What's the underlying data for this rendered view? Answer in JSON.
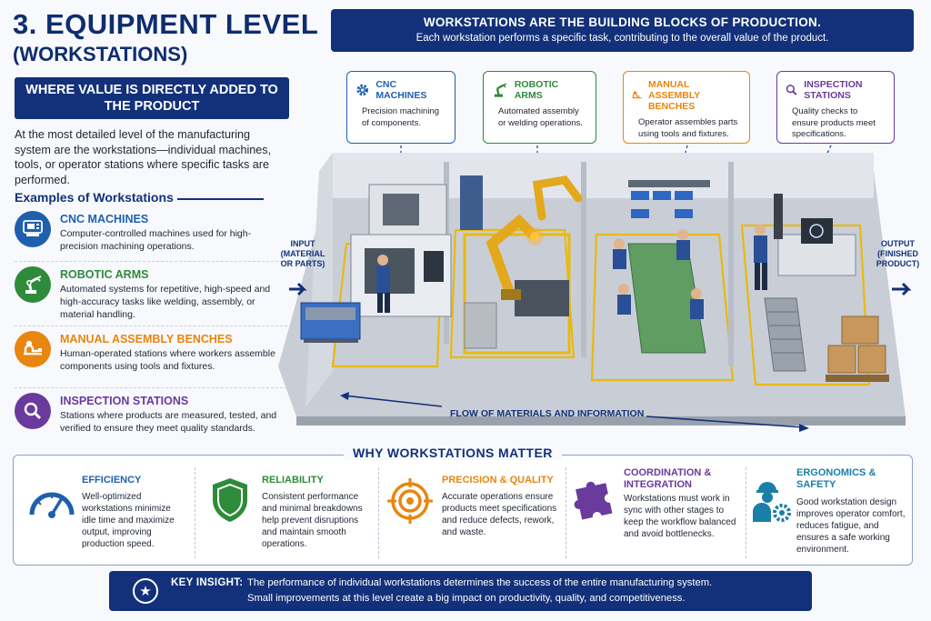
{
  "header": {
    "title_line1": "3. EQUIPMENT LEVEL",
    "title_line2": "(WORKSTATIONS)",
    "subtitle": "WHERE VALUE IS DIRECTLY ADDED TO THE PRODUCT",
    "intro": "At the most detailed level of the manufacturing system are the workstations—individual machines, tools, or operator stations where specific tasks are performed."
  },
  "examples": {
    "heading": "Examples of Workstations",
    "items": [
      {
        "title": "CNC MACHINES",
        "desc": "Computer-controlled machines used for high-precision machining operations.",
        "color": "#1f5fae",
        "icon": "cnc-icon"
      },
      {
        "title": "ROBOTIC ARMS",
        "desc": "Automated systems for repetitive, high-speed and high-accuracy tasks like welding, assembly, or material handling.",
        "color": "#2e8b3a",
        "icon": "robot-arm-icon"
      },
      {
        "title": "MANUAL ASSEMBLY BENCHES",
        "desc": "Human-operated stations where workers assemble components using tools and fixtures.",
        "color": "#e8860f",
        "icon": "worker-bench-icon"
      },
      {
        "title": "INSPECTION STATIONS",
        "desc": "Stations where products are measured, tested, and verified to ensure they meet quality standards.",
        "color": "#6a3a9c",
        "icon": "magnifier-icon"
      }
    ]
  },
  "banner": {
    "line1": "WORKSTATIONS ARE THE BUILDING BLOCKS OF PRODUCTION.",
    "line2": "Each workstation performs a specific task, contributing to the overall value of the product."
  },
  "callouts": [
    {
      "title": "CNC MACHINES",
      "desc": "Precision machining of components.",
      "color": "#1f5fae",
      "icon": "gear-icon"
    },
    {
      "title": "ROBOTIC ARMS",
      "desc": "Automated assembly or welding operations.",
      "color": "#2e8b3a",
      "icon": "robot-arm-icon"
    },
    {
      "title": "MANUAL ASSEMBLY BENCHES",
      "desc": "Operator assembles parts using tools and fixtures.",
      "color": "#e8860f",
      "icon": "worker-bench-icon"
    },
    {
      "title": "INSPECTION STATIONS",
      "desc": "Quality checks to ensure products meet specifications.",
      "color": "#6a3a9c",
      "icon": "magnifier-icon"
    }
  ],
  "scene": {
    "input_label": "INPUT (MATERIAL OR PARTS)",
    "output_label": "OUTPUT (FINISHED PRODUCT)",
    "flow_label": "FLOW OF MATERIALS AND INFORMATION"
  },
  "why": {
    "heading": "WHY WORKSTATIONS MATTER",
    "items": [
      {
        "title": "EFFICIENCY",
        "desc": "Well-optimized workstations minimize idle time and maximize output, improving production speed.",
        "color": "#1f5fae",
        "icon": "speedometer-icon"
      },
      {
        "title": "RELIABILITY",
        "desc": "Consistent performance and minimal breakdowns help prevent disruptions and maintain smooth operations.",
        "color": "#2e8b3a",
        "icon": "shield-icon"
      },
      {
        "title": "PRECISION & QUALITY",
        "desc": "Accurate operations ensure products meet specifications and reduce defects, rework, and waste.",
        "color": "#e8860f",
        "icon": "target-icon"
      },
      {
        "title": "COORDINATION & INTEGRATION",
        "desc": "Workstations must work in sync with other stages to keep the workflow balanced and avoid bottlenecks.",
        "color": "#6a3a9c",
        "icon": "puzzle-icon"
      },
      {
        "title": "ERGONOMICS & SAFETY",
        "desc": "Good workstation design improves operator comfort, reduces fatigue, and ensures a safe working environment.",
        "color": "#1a7fa8",
        "icon": "worker-safety-icon"
      }
    ]
  },
  "insight": {
    "label": "KEY INSIGHT:",
    "line1": "The performance of individual workstations determines the success of the entire manufacturing system.",
    "line2": "Small improvements at this level create a big impact on productivity, quality, and competitiveness.",
    "icon": "star-icon"
  }
}
